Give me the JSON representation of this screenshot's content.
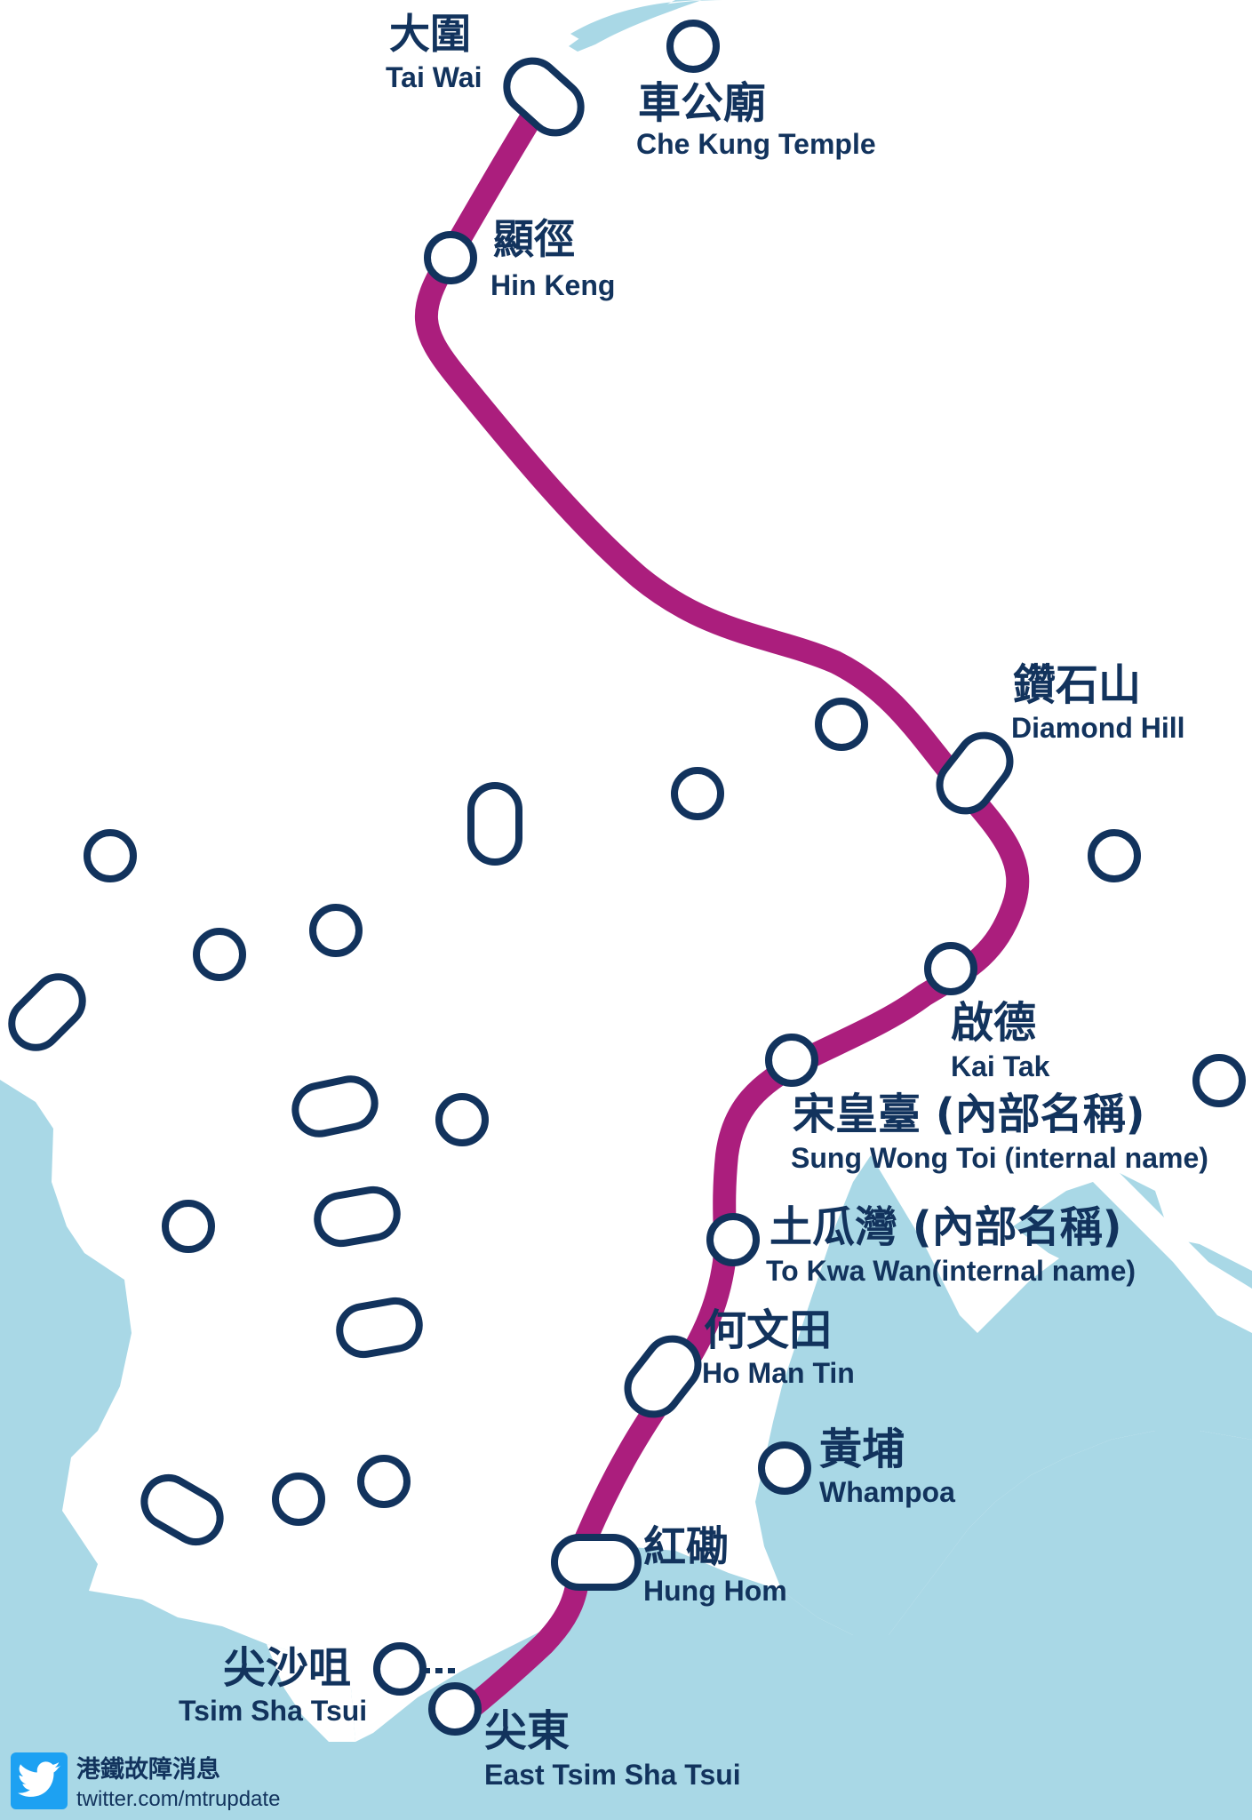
{
  "colors": {
    "water": "#a9d8e6",
    "land": "#ffffff",
    "line": "#ab1e7d",
    "station_outline": "#12335d",
    "text": "#12335d",
    "twitter": "#1da1f2"
  },
  "stations": [
    {
      "id": "tai-wai",
      "zh": "大圍",
      "en": "Tai Wai",
      "on_line": true
    },
    {
      "id": "hin-keng",
      "zh": "顯徑",
      "en": "Hin Keng",
      "on_line": true
    },
    {
      "id": "che-kung-temple",
      "zh": "車公廟",
      "en": "Che Kung Temple",
      "on_line": false
    },
    {
      "id": "diamond-hill",
      "zh": "鑽石山",
      "en": "Diamond Hill",
      "on_line": true
    },
    {
      "id": "kai-tak",
      "zh": "啟德",
      "en": "Kai Tak",
      "on_line": true
    },
    {
      "id": "sung-wong-toi",
      "zh": "宋皇臺 (內部名稱)",
      "en": "Sung Wong Toi (internal name)",
      "on_line": true
    },
    {
      "id": "to-kwa-wan",
      "zh": "土瓜灣 (內部名稱)",
      "en": "To Kwa Wan(internal name)",
      "on_line": true
    },
    {
      "id": "ho-man-tin",
      "zh": "何文田",
      "en": "Ho Man Tin",
      "on_line": true
    },
    {
      "id": "whampoa",
      "zh": "黃埔",
      "en": "Whampoa",
      "on_line": false
    },
    {
      "id": "hung-hom",
      "zh": "紅磡",
      "en": "Hung Hom",
      "on_line": true
    },
    {
      "id": "tsim-sha-tsui",
      "zh": "尖沙咀",
      "en": "Tsim Sha Tsui",
      "on_line": false
    },
    {
      "id": "east-tsim-sha-tsui",
      "zh": "尖東",
      "en": "East Tsim Sha Tsui",
      "on_line": true
    }
  ],
  "branding": {
    "icon": "twitter-bird-icon",
    "name_zh": "港鐵故障消息",
    "handle": "twitter.com/mtrupdate"
  }
}
